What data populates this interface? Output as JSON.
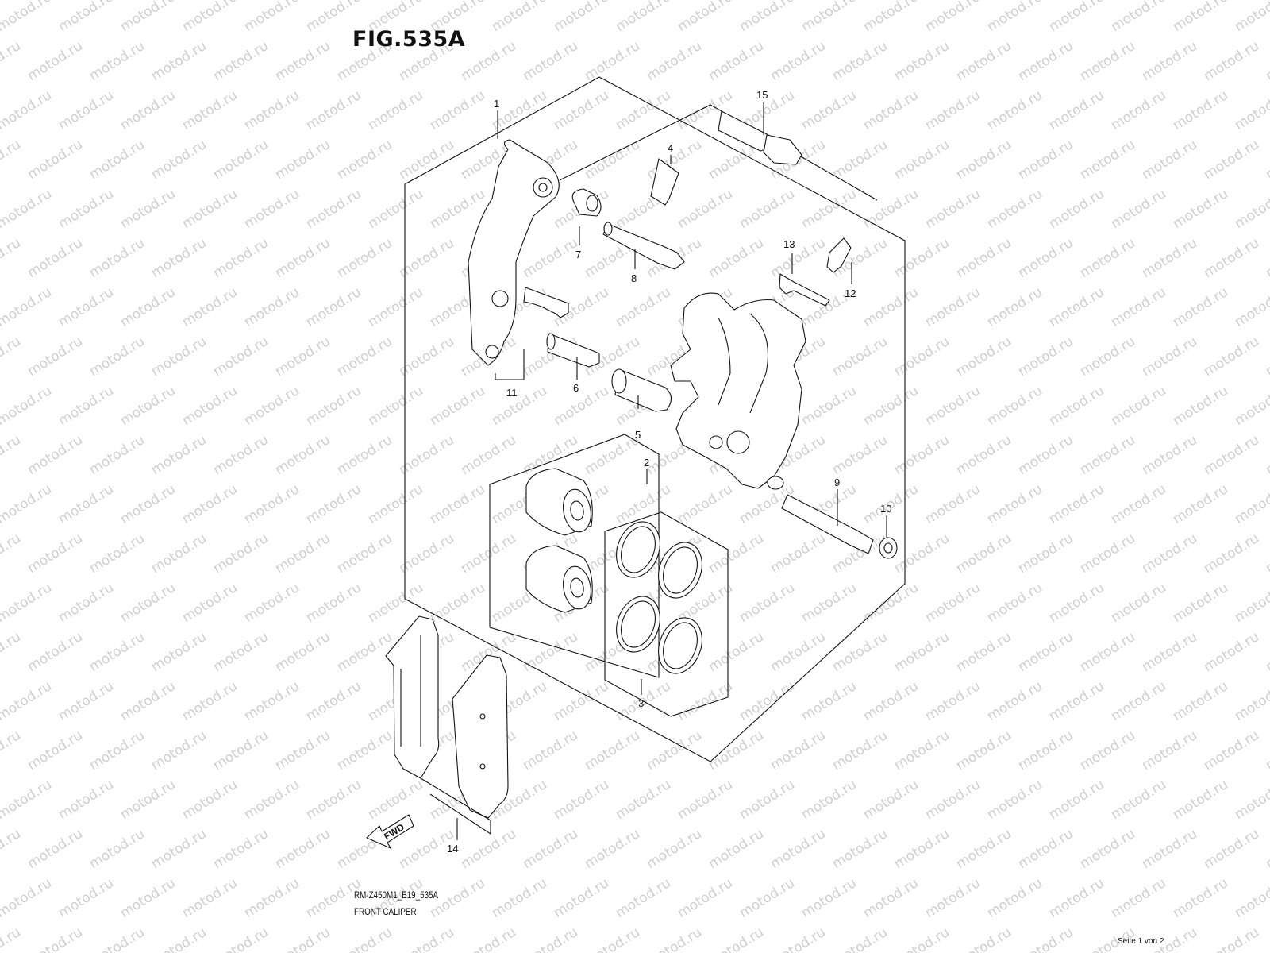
{
  "title": "FIG.535A",
  "model_code": "RM-Z450M1_E19_535A",
  "diagram_name": "FRONT CALIPER",
  "page_footer": "Seite 1 von 2",
  "watermark": "motod.ru",
  "direction_label": "FWD",
  "callouts": {
    "c1": "1",
    "c2": "2",
    "c3": "3",
    "c4": "4",
    "c5": "5",
    "c6": "6",
    "c7": "7",
    "c8": "8",
    "c9": "9",
    "c10": "10",
    "c11": "11",
    "c12": "12",
    "c13": "13",
    "c14": "14",
    "c15": "15"
  }
}
